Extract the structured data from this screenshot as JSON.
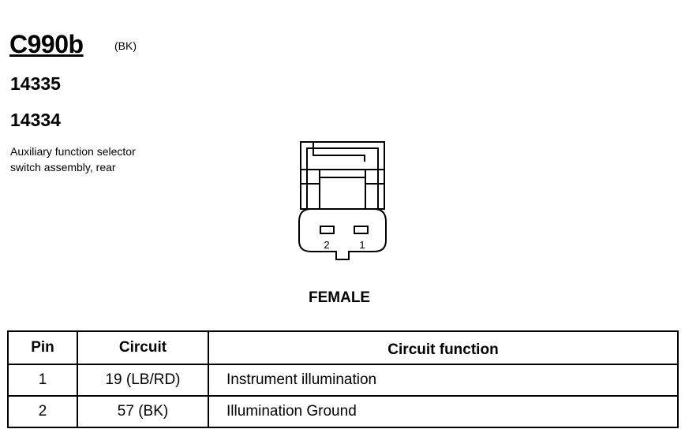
{
  "connector": {
    "id": "C990b",
    "color_code": "(BK)",
    "part_numbers": [
      "14335",
      "14334"
    ],
    "description_lines": [
      "Auxiliary function selector",
      "switch assembly, rear"
    ],
    "gender": "FEMALE",
    "pin_labels": [
      "2",
      "1"
    ]
  },
  "pin_table": {
    "headers": [
      "Pin",
      "Circuit",
      "Circuit function"
    ],
    "rows": [
      [
        "1",
        "19 (LB/RD)",
        "Instrument illumination"
      ],
      [
        "2",
        "57 (BK)",
        "Illumination Ground"
      ]
    ]
  }
}
